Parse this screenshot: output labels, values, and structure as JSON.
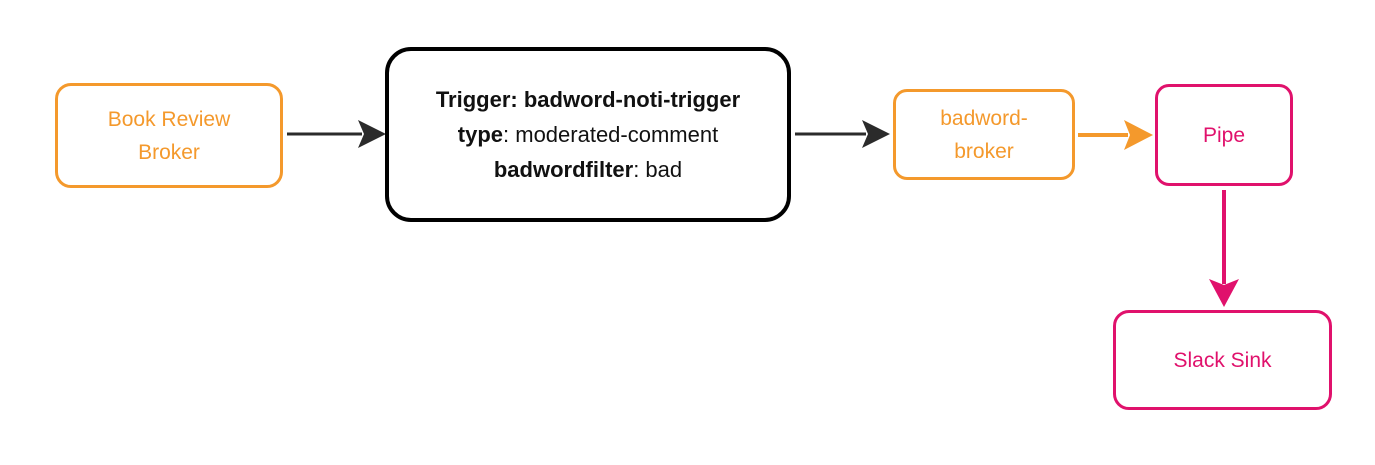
{
  "colors": {
    "orange": "#F4992C",
    "pink": "#E0116C",
    "node_black": "#000000",
    "arrow_dark": "#2B2B2B",
    "text_black": "#111111",
    "bg": "#FFFFFF"
  },
  "nodes": {
    "book_review_broker": {
      "label": "Book Review Broker",
      "lines": [
        "Book Review",
        "Broker"
      ]
    },
    "trigger": {
      "line1_bold": "Trigger: badword-noti-trigger",
      "line2_bold": "type",
      "line2_rest": ": moderated-comment",
      "line3_bold": "badwordfilter",
      "line3_rest": ": bad"
    },
    "badword_broker": {
      "label": "badword-broker",
      "lines": [
        "badword-",
        "broker"
      ]
    },
    "pipe": {
      "label": "Pipe"
    },
    "slack_sink": {
      "label": "Slack Sink"
    }
  }
}
